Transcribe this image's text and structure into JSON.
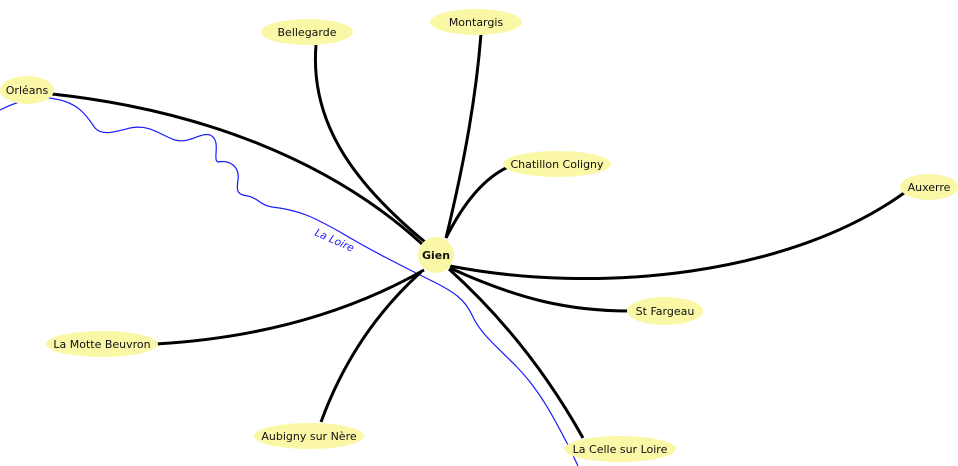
{
  "colors": {
    "node": "#faf7a6",
    "edge": "#000000",
    "river": "#1a1aff"
  },
  "center": {
    "label": "Gien"
  },
  "river": {
    "label": "La Loire"
  },
  "nodes": [
    {
      "id": "orleans",
      "label": "Orléans"
    },
    {
      "id": "bellegarde",
      "label": "Bellegarde"
    },
    {
      "id": "montargis",
      "label": "Montargis"
    },
    {
      "id": "chatillon",
      "label": "Chatillon Coligny"
    },
    {
      "id": "auxerre",
      "label": "Auxerre"
    },
    {
      "id": "stfargeau",
      "label": "St Fargeau"
    },
    {
      "id": "lacelle",
      "label": "La Celle sur Loire"
    },
    {
      "id": "aubigny",
      "label": "Aubigny sur Nère"
    },
    {
      "id": "lamotte",
      "label": "La Motte Beuvron"
    }
  ]
}
